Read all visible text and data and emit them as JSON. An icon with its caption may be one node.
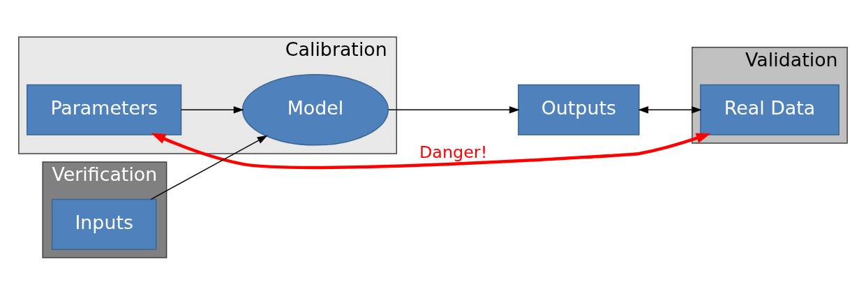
{
  "diagram": {
    "nodes": [
      {
        "text": [
          "Calibration"
        ]
      },
      {
        "text": [
          "Parameters"
        ],
        "in": 0
      },
      {
        "text": [
          "Verification"
        ]
      },
      {
        "text": [
          "Inputs"
        ],
        "in": 2
      },
      {
        "text": [
          "Model"
        ],
        "in": 0
      },
      {
        "text": [
          "Validation"
        ]
      },
      {
        "text": [
          "Outputs"
        ]
      },
      {
        "text": [
          "Real Data"
        ],
        "in": 5
      }
    ],
    "edges": [
      {
        "from": 1,
        "to": 4,
        "arrow": "to"
      },
      {
        "from": 3,
        "to": 4,
        "arrow": "to"
      },
      {
        "from": 4,
        "to": 6,
        "arrow": "to"
      },
      {
        "from": 6,
        "to": 7,
        "arrow": "both"
      },
      {
        "from": 1,
        "to": 7,
        "arrow": "both",
        "label": "Danger!",
        "style": "thick",
        "color": "#ff0000"
      }
    ]
  }
}
